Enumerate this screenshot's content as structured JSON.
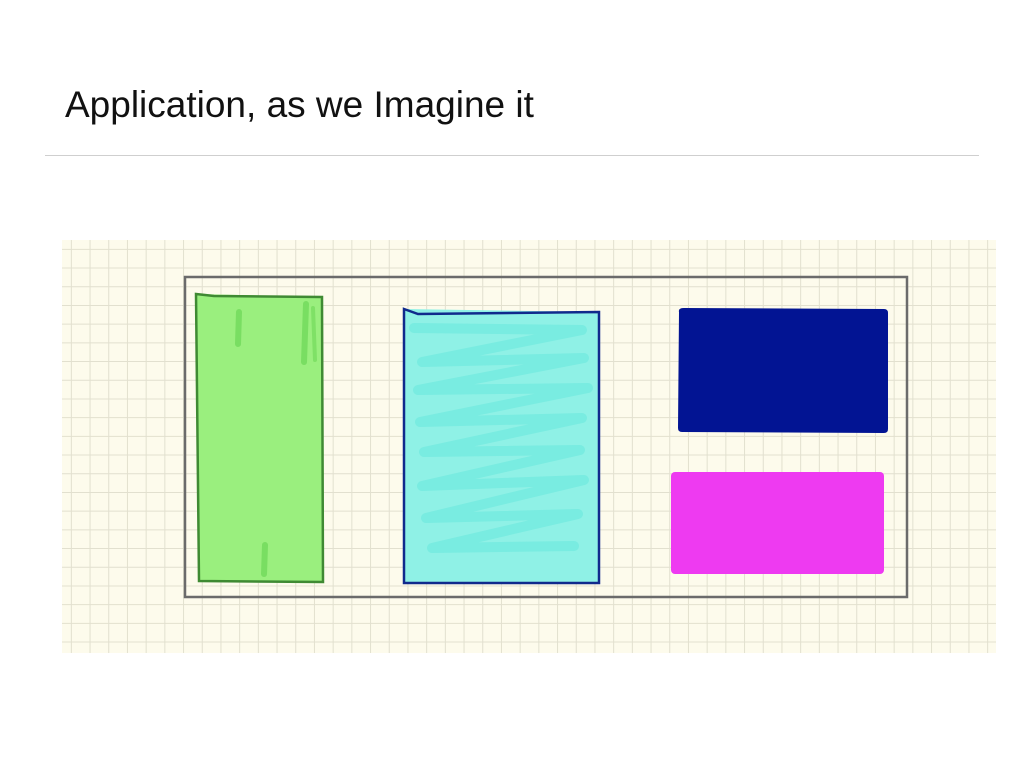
{
  "slide": {
    "title": "Application, as we Imagine it"
  },
  "sketch": {
    "background": "#fdfbec",
    "grid_color": "#e2e0cf",
    "frame_color": "#6b6b6b",
    "blocks": [
      {
        "name": "green-panel",
        "fill": "#9aef7e",
        "stroke": "#3f8a33"
      },
      {
        "name": "cyan-panel",
        "fill": "#8ff1e6",
        "stroke": "#102a8c"
      },
      {
        "name": "navy-panel",
        "fill": "#021493",
        "stroke": "#021493"
      },
      {
        "name": "magenta-panel",
        "fill": "#ee3af1",
        "stroke": "#ee3af1"
      }
    ]
  }
}
